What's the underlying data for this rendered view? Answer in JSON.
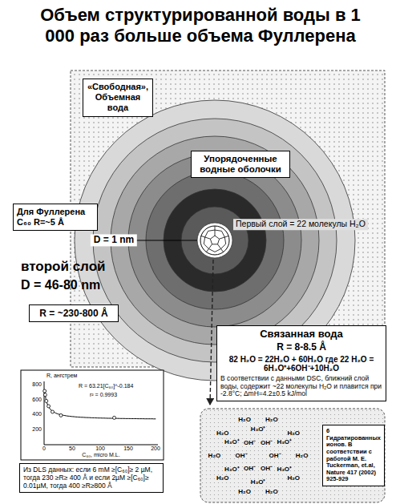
{
  "diagram": {
    "title": "Объем структурированной воды в 1 000 раз больше объема Фуллерена",
    "nodes": [
      {
        "text": [
          "«Свободная», Объемная вода"
        ]
      },
      {
        "text": [
          "Упорядоченные водные оболочки"
        ]
      },
      {
        "text": [
          "Для Фуллерена C₆₀ R=~5 Å"
        ]
      },
      {
        "text": [
          "R = ~230-800 Å"
        ]
      },
      {
        "text": [
          "Связанная вода",
          "R = 8-8.5 Å",
          "82 H₂O = 22H₂O + 60H₂O где 22 H₂O = 6H₃O⁺+6OH⁻+10H₂O",
          "В соответствии с данными DSC, ближний слой воды, содержит ~22 молекулы H₂O и плавится при -2.8°C; ΔmH=4.2±0.5 kJ/mol"
        ]
      },
      {
        "text": [
          "Из DLS данных: если 6 mM ≥[C₆₀]≥ 2 µM, тогда 230 ≥R≥ 400 Å и если 2µM ≥[C₆₀]≥ 0.01µM, тогда 400 ≥R≥800 Å"
        ]
      },
      {
        "text": [
          "6 Гидратированных ионов. В соответствии с работой M. E. Tuckerman, et.al, Nature 417 (2002) 925-929"
        ]
      }
    ],
    "labels": [
      "D = 1 nm",
      "Первый слой = 22 молекулы H₂O",
      "второй слой",
      "D = 46-80 nm",
      "R, ангстрем",
      "R = 63.21[C₆₀]^-0.184",
      "r² = 0.9993",
      "800",
      "600",
      "400",
      "200",
      "0",
      "50",
      "100",
      "150",
      "200",
      "C₆₀, micro M.L.",
      "H₃O⁺",
      "H₃O⁺",
      "H₃O⁺",
      "H₃O⁺",
      "H₃O⁺",
      "H₃O⁺",
      "OH⁻",
      "OH⁻",
      "OH⁻",
      "OH⁻",
      "OH⁻",
      "OH⁻",
      "H₂O",
      "H₂O",
      "H₂O",
      "H₂O",
      "H₂O",
      "H₂O",
      "H₂O",
      "H₂O",
      "H₂O",
      "H₂O"
    ]
  }
}
